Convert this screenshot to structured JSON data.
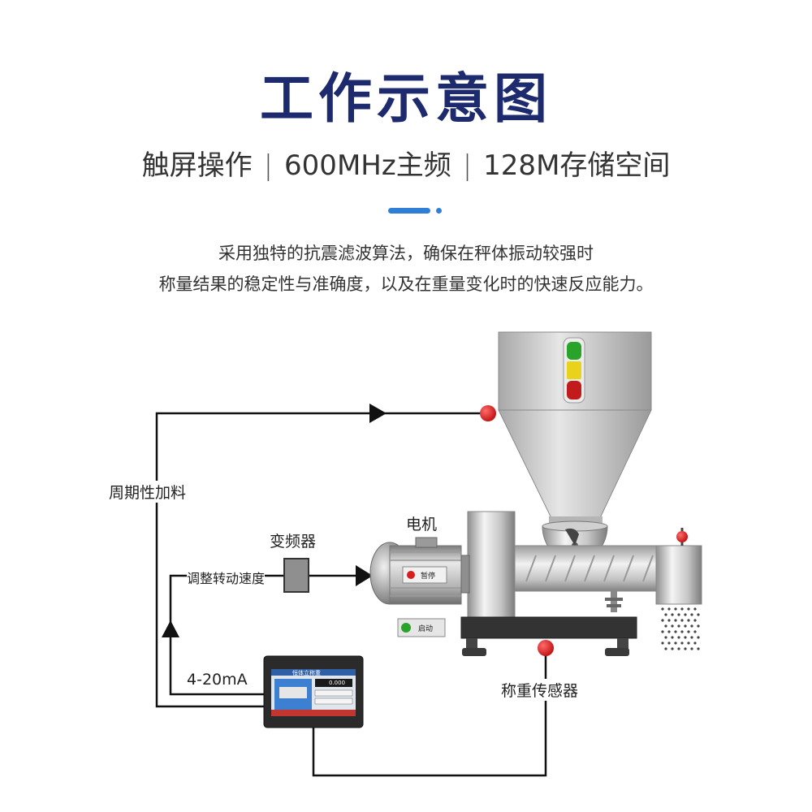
{
  "header": {
    "title": "工作示意图",
    "subtitle_parts": [
      "触屏操作",
      "600MHz主频",
      "128M存储空间"
    ],
    "separator": "|",
    "description_line1": "采用独特的抗震滤波算法，确保在秤体振动较强时",
    "description_line2": "称量结果的稳定性与准确度，以及在重量变化时的快速反应能力。"
  },
  "diagram": {
    "labels": {
      "periodic_feeding": "周期性加料",
      "inverter": "变频器",
      "motor": "电机",
      "adjust_speed": "调整转动速度",
      "signal": "4-20mA",
      "load_cell": "称重传感器"
    },
    "buttons": {
      "pause": "暂停",
      "start": "启动"
    },
    "controller_screen": {
      "title": "恒体立称重",
      "reading": "0.000"
    },
    "colors": {
      "title_navy": "#1d2a6e",
      "accent_blue": "#2f7fd6",
      "indicator_red": "#d91e1e",
      "light_green": "#2aa32a",
      "light_yellow": "#e8d21a",
      "light_red": "#c21b1b"
    }
  }
}
